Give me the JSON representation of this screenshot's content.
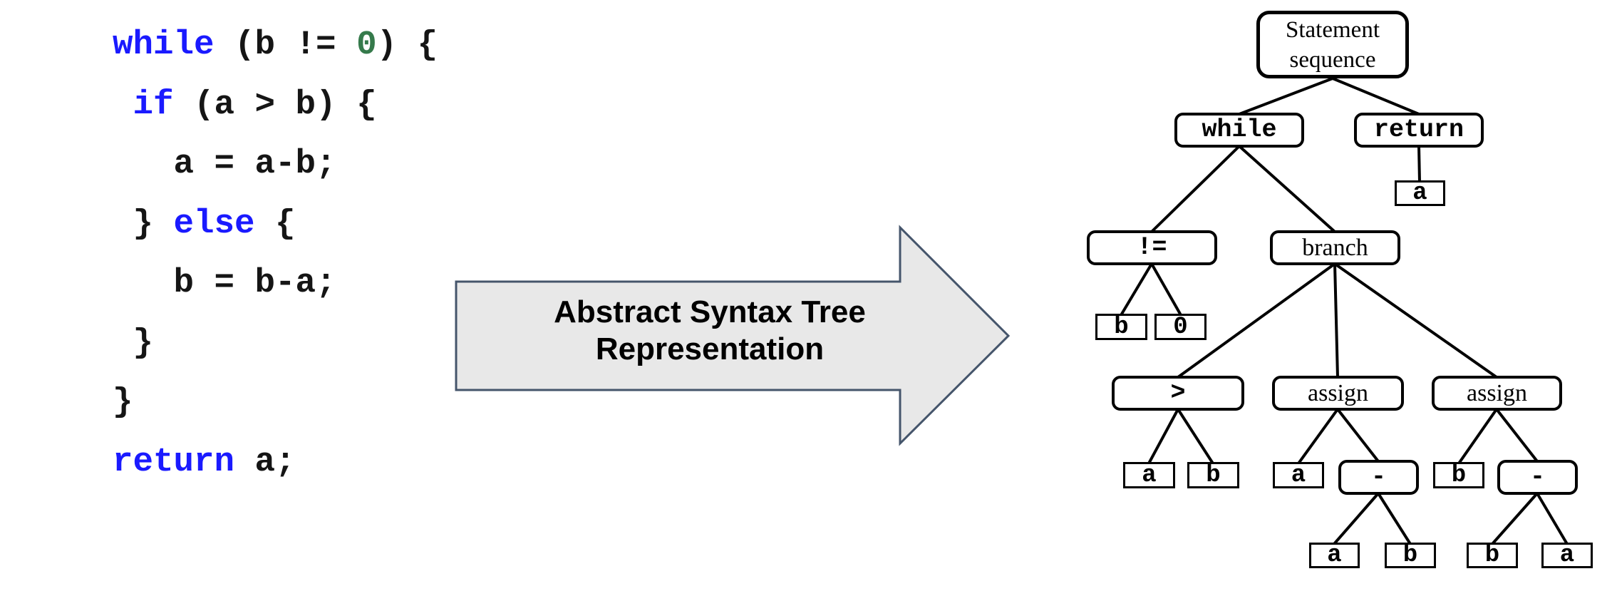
{
  "code": {
    "lines": [
      {
        "tokens": [
          {
            "text": "while",
            "type": "keyword"
          },
          {
            "text": " (b != ",
            "type": "plain"
          },
          {
            "text": "0",
            "type": "number"
          },
          {
            "text": ") {",
            "type": "plain"
          }
        ]
      },
      {
        "tokens": [
          {
            "text": " ",
            "type": "plain"
          },
          {
            "text": "if",
            "type": "keyword"
          },
          {
            "text": " (a > b) {",
            "type": "plain"
          }
        ]
      },
      {
        "tokens": [
          {
            "text": "   a = a-b;",
            "type": "plain"
          }
        ]
      },
      {
        "tokens": [
          {
            "text": " } ",
            "type": "plain"
          },
          {
            "text": "else",
            "type": "keyword"
          },
          {
            "text": " {",
            "type": "plain"
          }
        ]
      },
      {
        "tokens": [
          {
            "text": "   b = b-a;",
            "type": "plain"
          }
        ]
      },
      {
        "tokens": [
          {
            "text": " }",
            "type": "plain"
          }
        ]
      },
      {
        "tokens": [
          {
            "text": "}",
            "type": "plain"
          }
        ]
      },
      {
        "tokens": [
          {
            "text": "return",
            "type": "keyword"
          },
          {
            "text": " a;",
            "type": "plain"
          }
        ]
      }
    ]
  },
  "arrow": {
    "label": "Abstract Syntax Tree\nRepresentation"
  },
  "tree": {
    "nodes": {
      "stmt_seq": {
        "label": "Statement\nsequence"
      },
      "while_node": {
        "label": "while"
      },
      "return_node": {
        "label": "return"
      },
      "return_a": {
        "label": "a"
      },
      "neq": {
        "label": "!="
      },
      "branch": {
        "label": "branch"
      },
      "cond_b": {
        "label": "b"
      },
      "cond_zero": {
        "label": "0"
      },
      "gt": {
        "label": ">"
      },
      "assign1": {
        "label": "assign"
      },
      "assign2": {
        "label": "assign"
      },
      "gt_a": {
        "label": "a"
      },
      "gt_b": {
        "label": "b"
      },
      "assign1_a": {
        "label": "a"
      },
      "minus1": {
        "label": "-"
      },
      "assign2_b": {
        "label": "b"
      },
      "minus2": {
        "label": "-"
      },
      "minus1_a": {
        "label": "a"
      },
      "minus1_b": {
        "label": "b"
      },
      "minus2_b": {
        "label": "b"
      },
      "minus2_a": {
        "label": "a"
      }
    }
  },
  "colors": {
    "keyword_color": "#1a1aff",
    "number_color": "#357a4b",
    "arrow_fill": "#e8e8e8",
    "arrow_stroke": "#45556b",
    "tree_line": "#000000"
  }
}
